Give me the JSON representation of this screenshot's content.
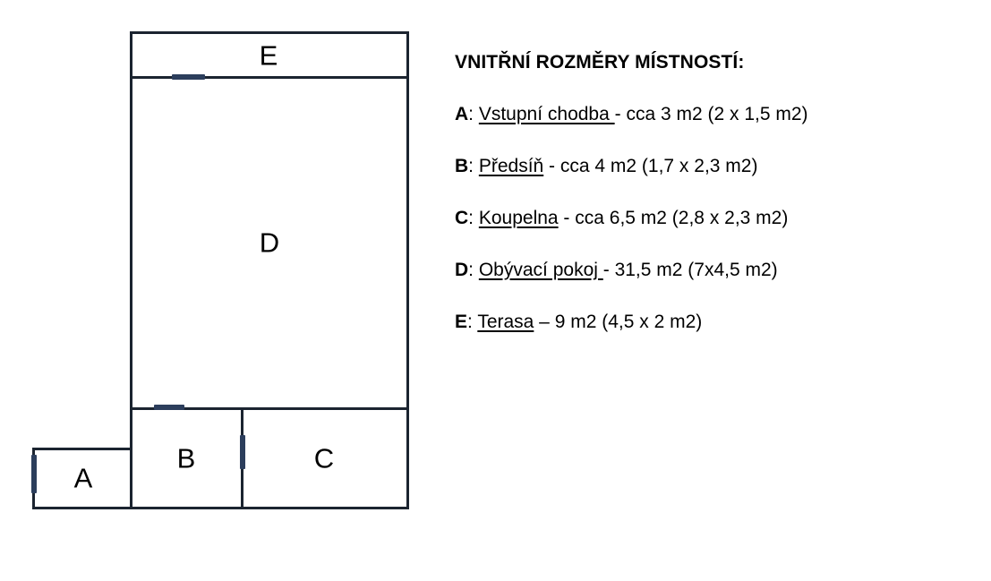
{
  "plan": {
    "rooms": [
      {
        "id": "A",
        "label": "A"
      },
      {
        "id": "B",
        "label": "B"
      },
      {
        "id": "C",
        "label": "C"
      },
      {
        "id": "D",
        "label": "D"
      },
      {
        "id": "E",
        "label": "E"
      }
    ],
    "colors": {
      "wall": "#1b2430",
      "door": "#2c3e5c",
      "background": "#ffffff"
    }
  },
  "legend": {
    "title": "VNITŘNÍ ROZMĚRY MÍSTNOSTÍ:",
    "rows": [
      {
        "key": "A",
        "separator": ": ",
        "name": "Vstupní chodba ",
        "detail": "- cca 3 m2 (2 x 1,5 m2)"
      },
      {
        "key": "B",
        "separator": ": ",
        "name": "Předsíň",
        "detail": " - cca 4 m2 (1,7 x 2,3 m2)"
      },
      {
        "key": "C",
        "separator": ": ",
        "name": "Koupelna",
        "detail": " - cca 6,5 m2 (2,8 x 2,3 m2)"
      },
      {
        "key": "D",
        "separator": ": ",
        "name": "Obývací pokoj ",
        "detail": "- 31,5 m2 (7x4,5 m2)"
      },
      {
        "key": "E",
        "separator": ": ",
        "name": "Terasa",
        "detail": " – 9 m2 (4,5 x 2 m2)"
      }
    ]
  }
}
